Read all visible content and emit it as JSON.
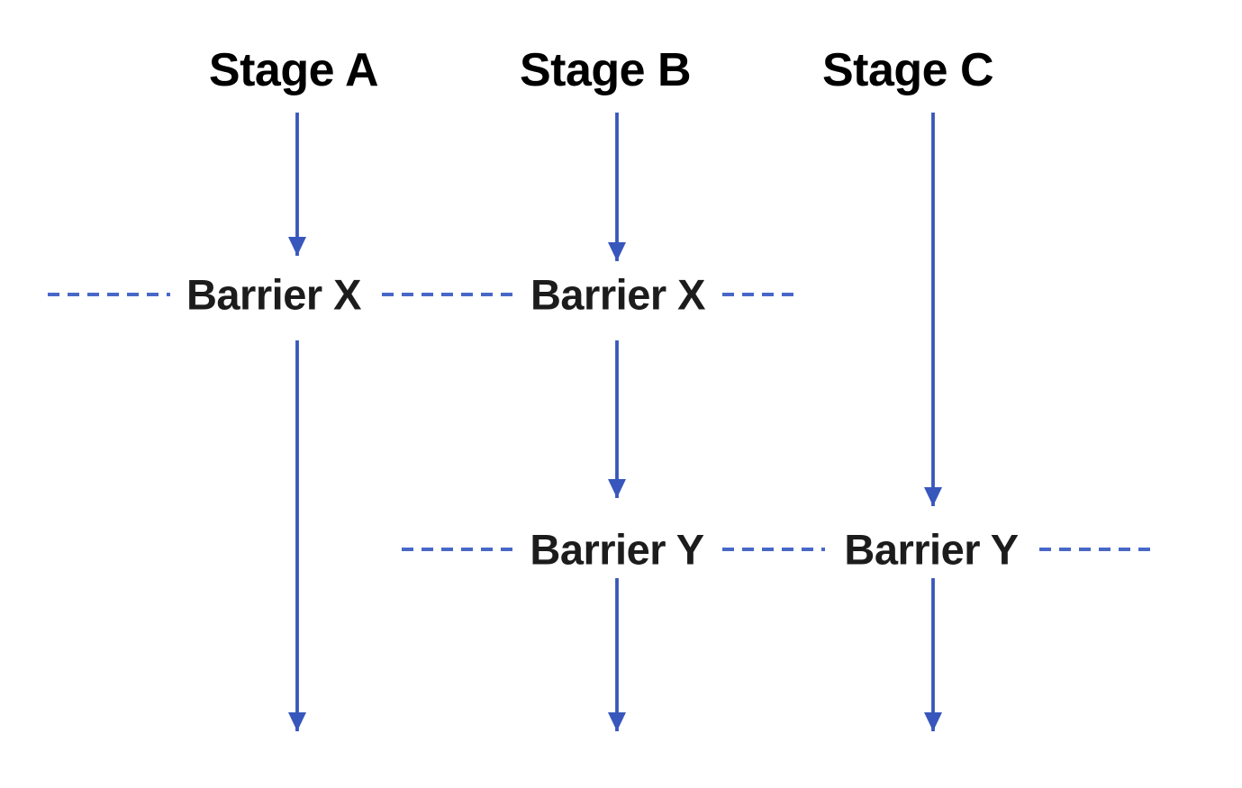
{
  "colors": {
    "background": "#ffffff",
    "arrow_blue": "#3857bc",
    "dash_blue": "#4868c8",
    "stage_text": "#000000",
    "barrier_text": "#1c1c1c"
  },
  "diagram": {
    "stage_labels": [
      "Stage A",
      "Stage B",
      "Stage C"
    ],
    "barriers": [
      {
        "label": "Barrier X",
        "columns": [
          "Stage A",
          "Stage B"
        ]
      },
      {
        "label": "Barrier Y",
        "columns": [
          "Stage B",
          "Stage C"
        ]
      }
    ]
  }
}
